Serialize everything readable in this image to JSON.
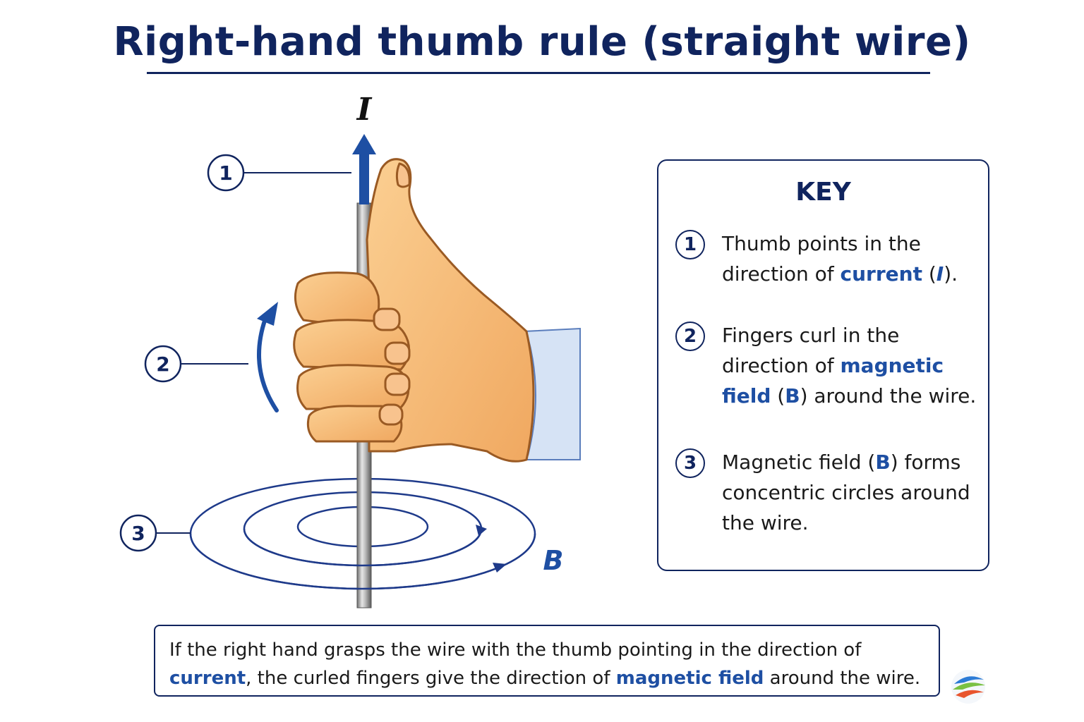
{
  "title": "Right-hand thumb rule (straight wire)",
  "figure": {
    "current_label": "I",
    "field_label": "B",
    "callouts": [
      "1",
      "2",
      "3"
    ]
  },
  "key": {
    "title": "KEY",
    "items": [
      {
        "num": "1",
        "t1": "Thumb points in the direction of ",
        "h1": "current",
        "t2": " (",
        "h2": "I",
        "t3": ")."
      },
      {
        "num": "2",
        "t1": "Fingers curl in the direction of ",
        "h1": "magnetic field",
        "t2": " (",
        "h2": "B",
        "t3": ") around the wire."
      },
      {
        "num": "3",
        "t1": "Magnetic field (",
        "h1": "B",
        "t2": ") forms concentric circles around the wire."
      }
    ]
  },
  "statement": {
    "t1": "If the right hand grasps the wire with the thumb pointing in the direction of ",
    "h1": "current",
    "t2": ", the curled fingers give the direction of ",
    "h2": "magnetic field",
    "t3": " around the wire."
  },
  "colors": {
    "navy": "#10245e",
    "accent_blue": "#1e4fa3",
    "skin": "#f6b877",
    "skin_outline": "#9a5a23",
    "sleeve": "#d6e3f5"
  }
}
